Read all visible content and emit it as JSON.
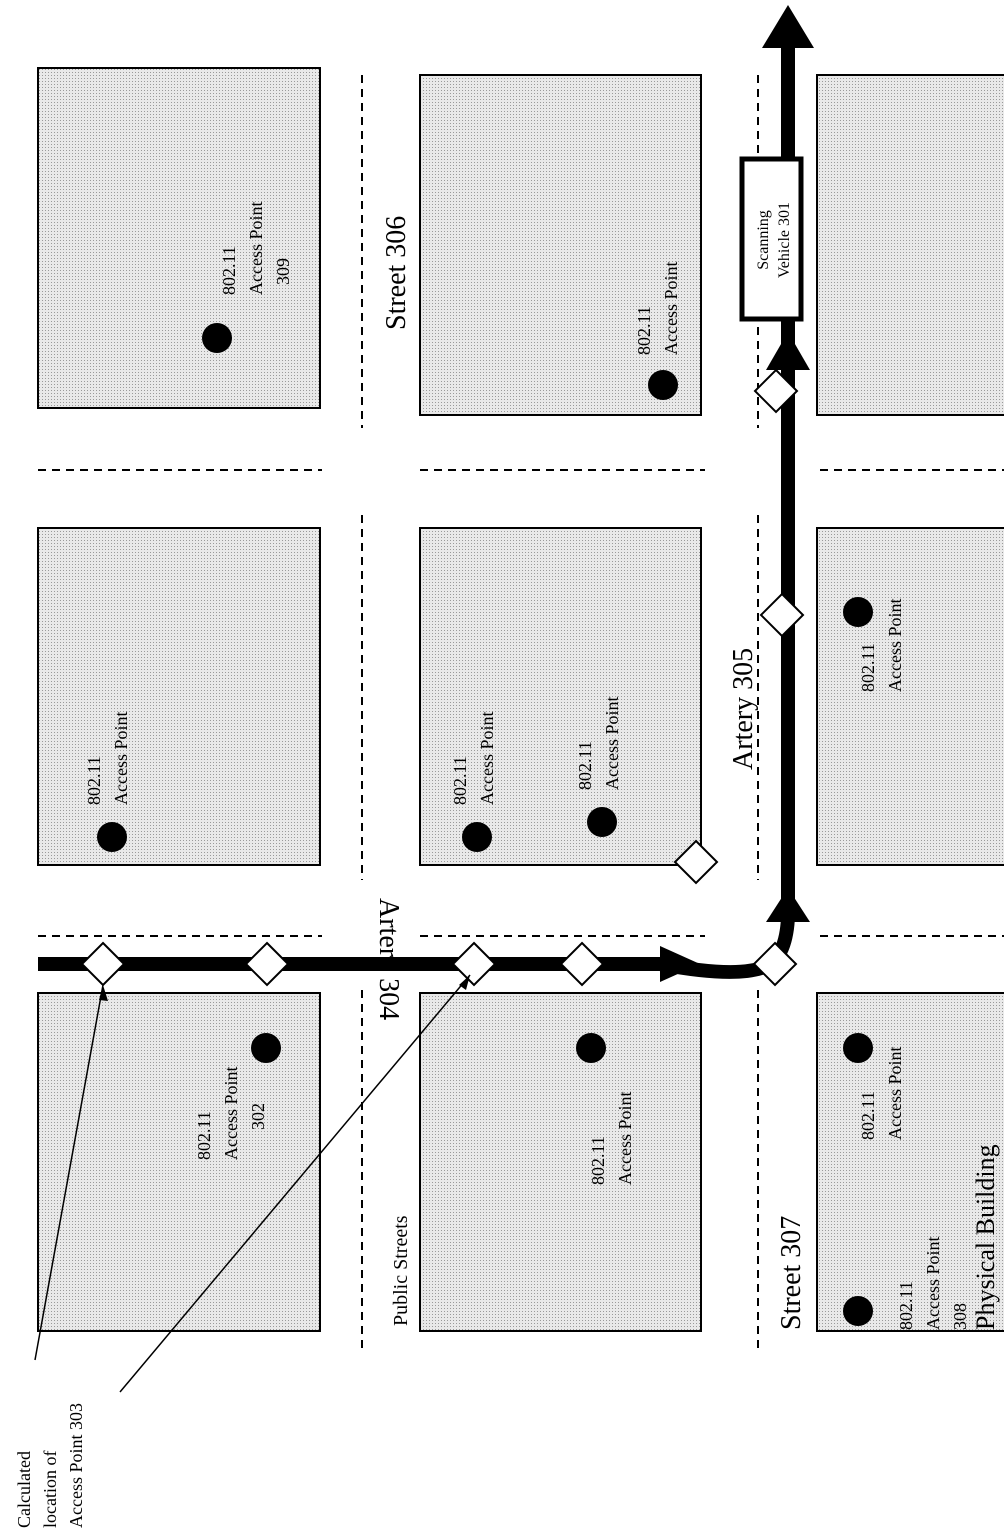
{
  "street_labels": {
    "street_306": "Street 306",
    "street_307": "Street 307",
    "artery_305": "Artery 305",
    "artery_304": "Artery 304",
    "public_streets": "Public Streets"
  },
  "vehicle": {
    "line1": "Scanning",
    "line2": "Vehicle 301"
  },
  "access_points": {
    "ap_309": {
      "l1": "802.11",
      "l2": "Access Point",
      "l3": "309"
    },
    "ap_r1_2": {
      "l1": "802.11",
      "l2": "Access Point"
    },
    "ap_r2_1": {
      "l1": "802.11",
      "l2": "Access Point"
    },
    "ap_r2_2a": {
      "l1": "802.11",
      "l2": "Access Point"
    },
    "ap_r2_2b": {
      "l1": "802.11",
      "l2": "Access Point"
    },
    "ap_r3_2": {
      "l1": "802.11",
      "l2": "Access Point"
    },
    "ap_302": {
      "l1": "802.11",
      "l2": "Access Point",
      "l3": "302"
    },
    "ap_r2_3": {
      "l1": "802.11",
      "l2": "Access Point"
    },
    "ap_r3_3a": {
      "l1": "802.11",
      "l2": "Access Point"
    },
    "ap_308": {
      "l1": "802.11",
      "l2": "Access Point",
      "l3": "308"
    }
  },
  "physical_building": "Physical Building",
  "calculated_location": {
    "l1": "Calculated",
    "l2": "location of",
    "l3": "Access Point 303"
  }
}
